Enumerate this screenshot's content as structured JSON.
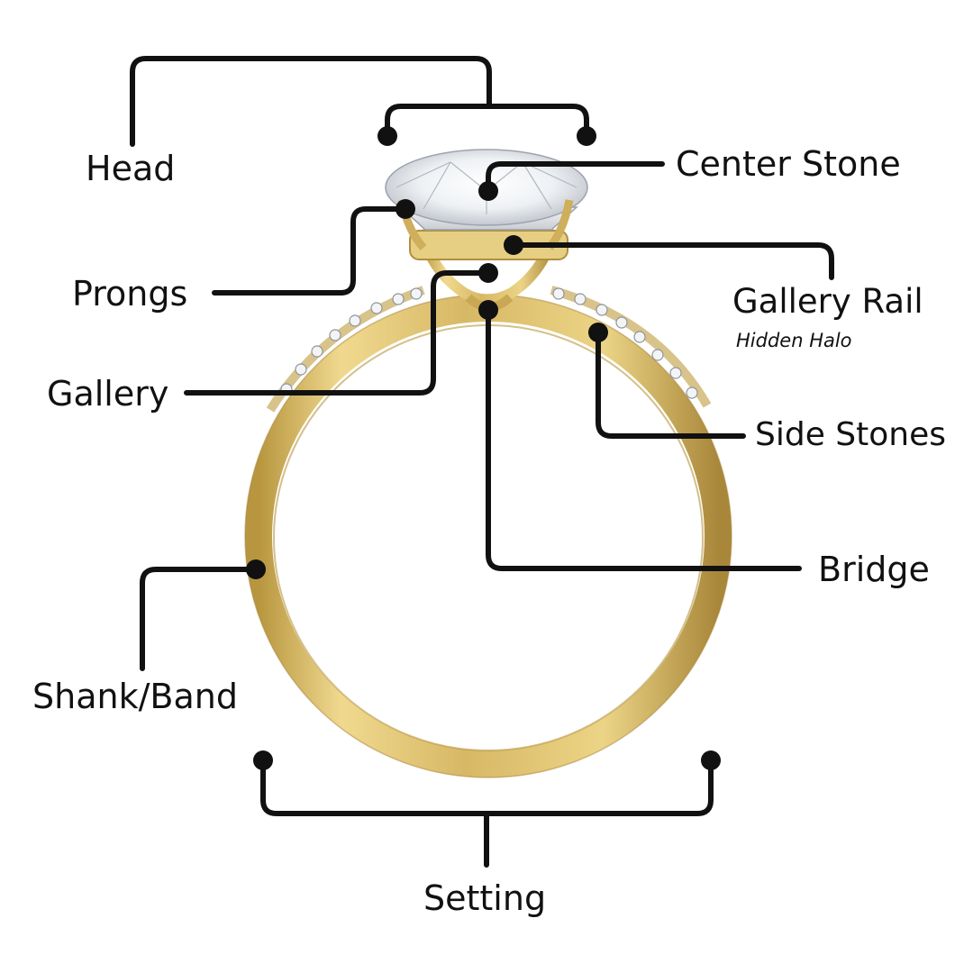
{
  "diagram": {
    "labels": {
      "head": "Head",
      "center_stone": "Center Stone",
      "prongs": "Prongs",
      "gallery_rail": "Gallery Rail",
      "hidden_halo": "Hidden Halo",
      "gallery": "Gallery",
      "side_stones": "Side Stones",
      "bridge": "Bridge",
      "shank_band": "Shank/Band",
      "setting": "Setting"
    }
  },
  "colors": {
    "gold": "#d9bc6a",
    "gold_dark": "#a68437",
    "gold_light": "#f4e3a8",
    "line": "#111111",
    "background": "#ffffff"
  }
}
